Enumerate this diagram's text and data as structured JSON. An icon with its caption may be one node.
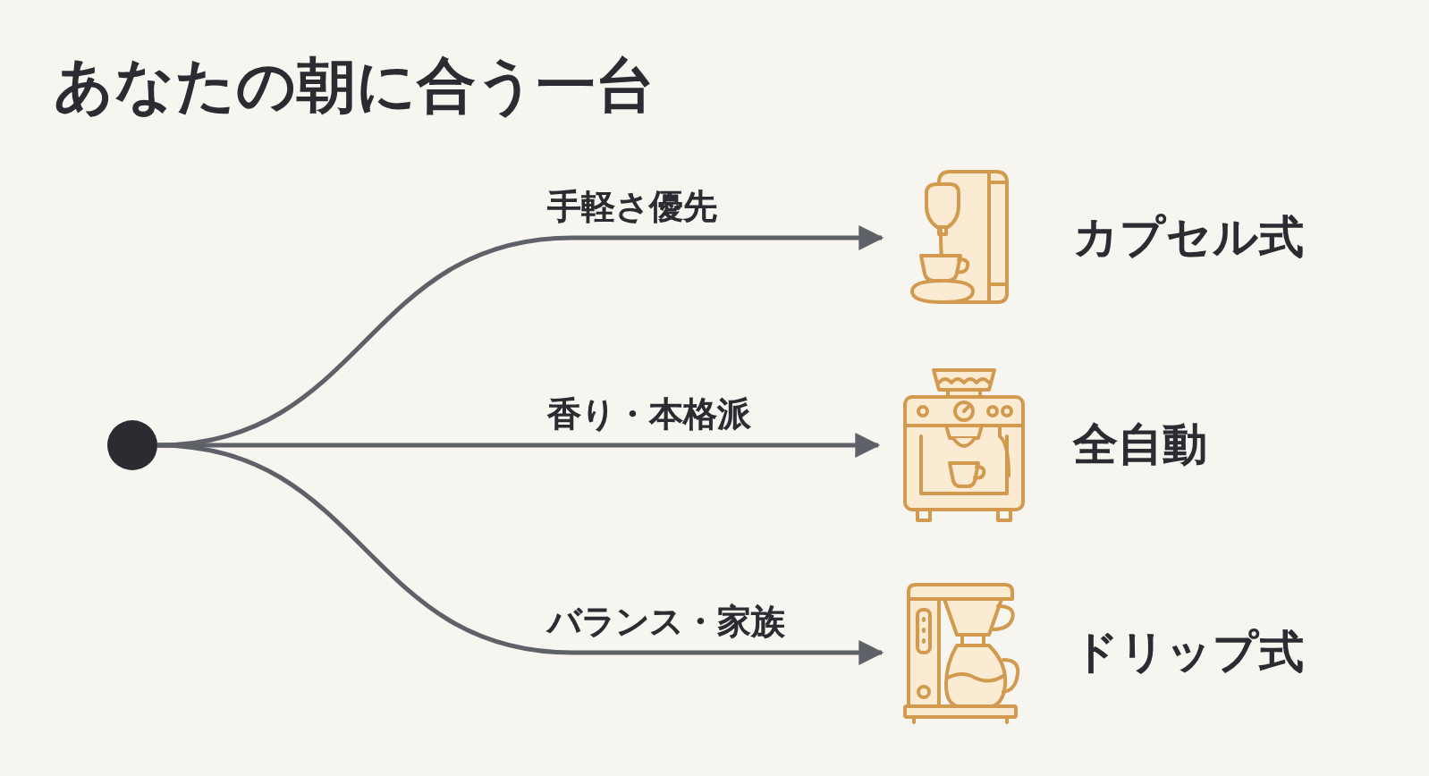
{
  "diagram": {
    "title": "あなたの朝に合う一台",
    "nodes": [
      {
        "text": [],
        "shape": "circle"
      },
      {
        "text": [],
        "shape": "picture",
        "beside": [
          "カプセル式"
        ]
      },
      {
        "text": [],
        "shape": "picture",
        "beside": [
          "全自動"
        ]
      },
      {
        "text": [],
        "shape": "picture",
        "beside": [
          "ドリップ式"
        ]
      }
    ],
    "edges": [
      {
        "from": 0,
        "to": 1,
        "arrow": "to",
        "label": "手軽さ優先"
      },
      {
        "from": 0,
        "to": 2,
        "arrow": "to",
        "label": "香り・本格派"
      },
      {
        "from": 0,
        "to": 3,
        "arrow": "to",
        "label": "バランス・家族"
      }
    ]
  }
}
